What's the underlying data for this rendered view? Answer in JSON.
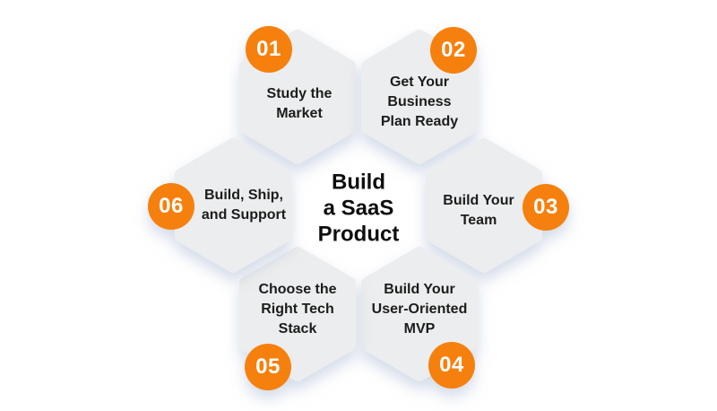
{
  "center": {
    "title": "Build\na SaaS\nProduct"
  },
  "steps": [
    {
      "number": "01",
      "label": "Study the\nMarket"
    },
    {
      "number": "02",
      "label": "Get Your\nBusiness\nPlan Ready"
    },
    {
      "number": "03",
      "label": "Build Your\nTeam"
    },
    {
      "number": "04",
      "label": "Build Your\nUser-Oriented\nMVP"
    },
    {
      "number": "05",
      "label": "Choose the\nRight Tech\nStack"
    },
    {
      "number": "06",
      "label": "Build, Ship,\nand Support"
    }
  ],
  "colors": {
    "accent_orange": "#F6800E",
    "hex_fill": "#ECEDEE",
    "text_dark": "#1C1C1C",
    "badge_text": "#FFFFFF",
    "background": "#FFFFFF"
  }
}
